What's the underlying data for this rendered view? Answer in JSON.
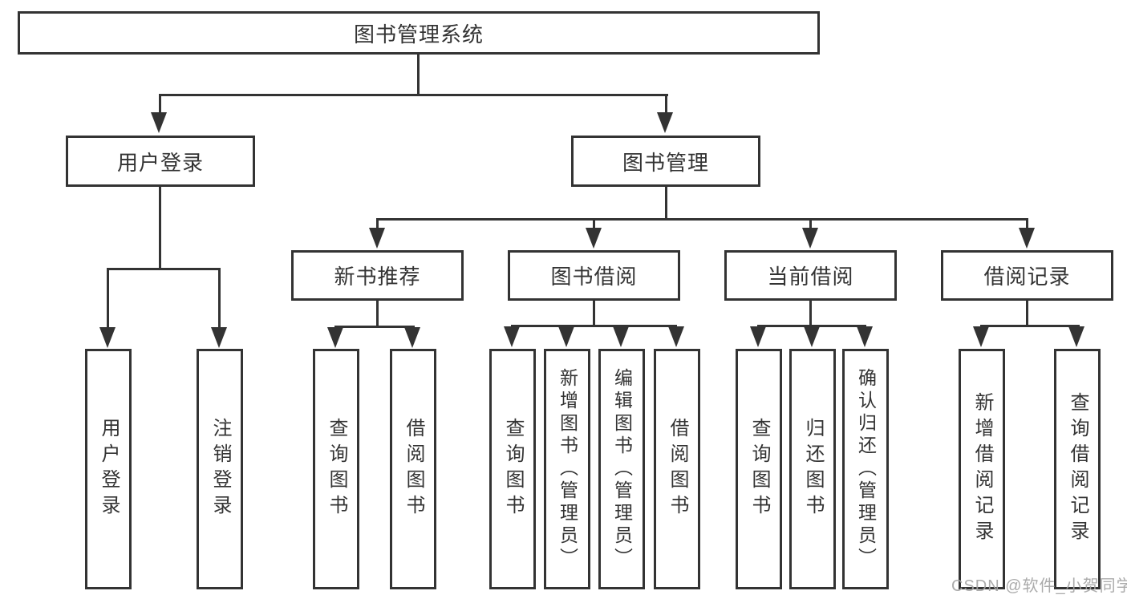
{
  "diagram_type": "hierarchy-tree",
  "colors": {
    "line": "#333333",
    "border": "#333333",
    "text": "#333333",
    "background": "#ffffff",
    "watermark": "#a4a4a4"
  },
  "tree": {
    "label": "图书管理系统",
    "children": [
      {
        "label": "用户登录",
        "children": [
          {
            "label": "用户登录"
          },
          {
            "label": "注销登录"
          }
        ]
      },
      {
        "label": "图书管理",
        "children": [
          {
            "label": "新书推荐",
            "children": [
              {
                "label": "查询图书"
              },
              {
                "label": "借阅图书"
              }
            ]
          },
          {
            "label": "图书借阅",
            "children": [
              {
                "label": "查询图书"
              },
              {
                "label": "新增图书（管理员）"
              },
              {
                "label": "编辑图书（管理员）"
              },
              {
                "label": "借阅图书"
              }
            ]
          },
          {
            "label": "当前借阅",
            "children": [
              {
                "label": "查询图书"
              },
              {
                "label": "归还图书"
              },
              {
                "label": "确认归还（管理员）"
              }
            ]
          },
          {
            "label": "借阅记录",
            "children": [
              {
                "label": "新增借阅记录"
              },
              {
                "label": "查询借阅记录"
              }
            ]
          }
        ]
      }
    ]
  },
  "watermark": {
    "text": "CSDN @软件_小贺同学"
  }
}
